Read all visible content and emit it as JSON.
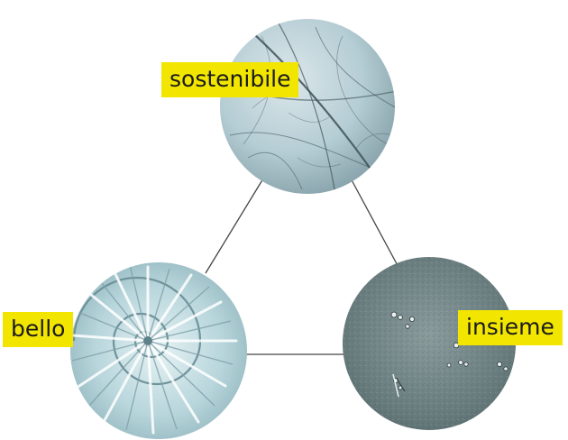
{
  "labels": {
    "top": "sostenibile",
    "left": "bello",
    "right": "insieme"
  },
  "nodes": {
    "top": {
      "image": "leaf skeleton texture"
    },
    "left": {
      "image": "nautilus shell cross-section"
    },
    "right": {
      "image": "plants growing from grey ground"
    }
  },
  "colors": {
    "label_bg": "#f2e600",
    "label_text": "#1a1a1a",
    "edge": "#444444",
    "leaf_tint": "#b5cdd4",
    "shell_tint": "#b8d6dc",
    "ground_tint": "#667a7c"
  }
}
